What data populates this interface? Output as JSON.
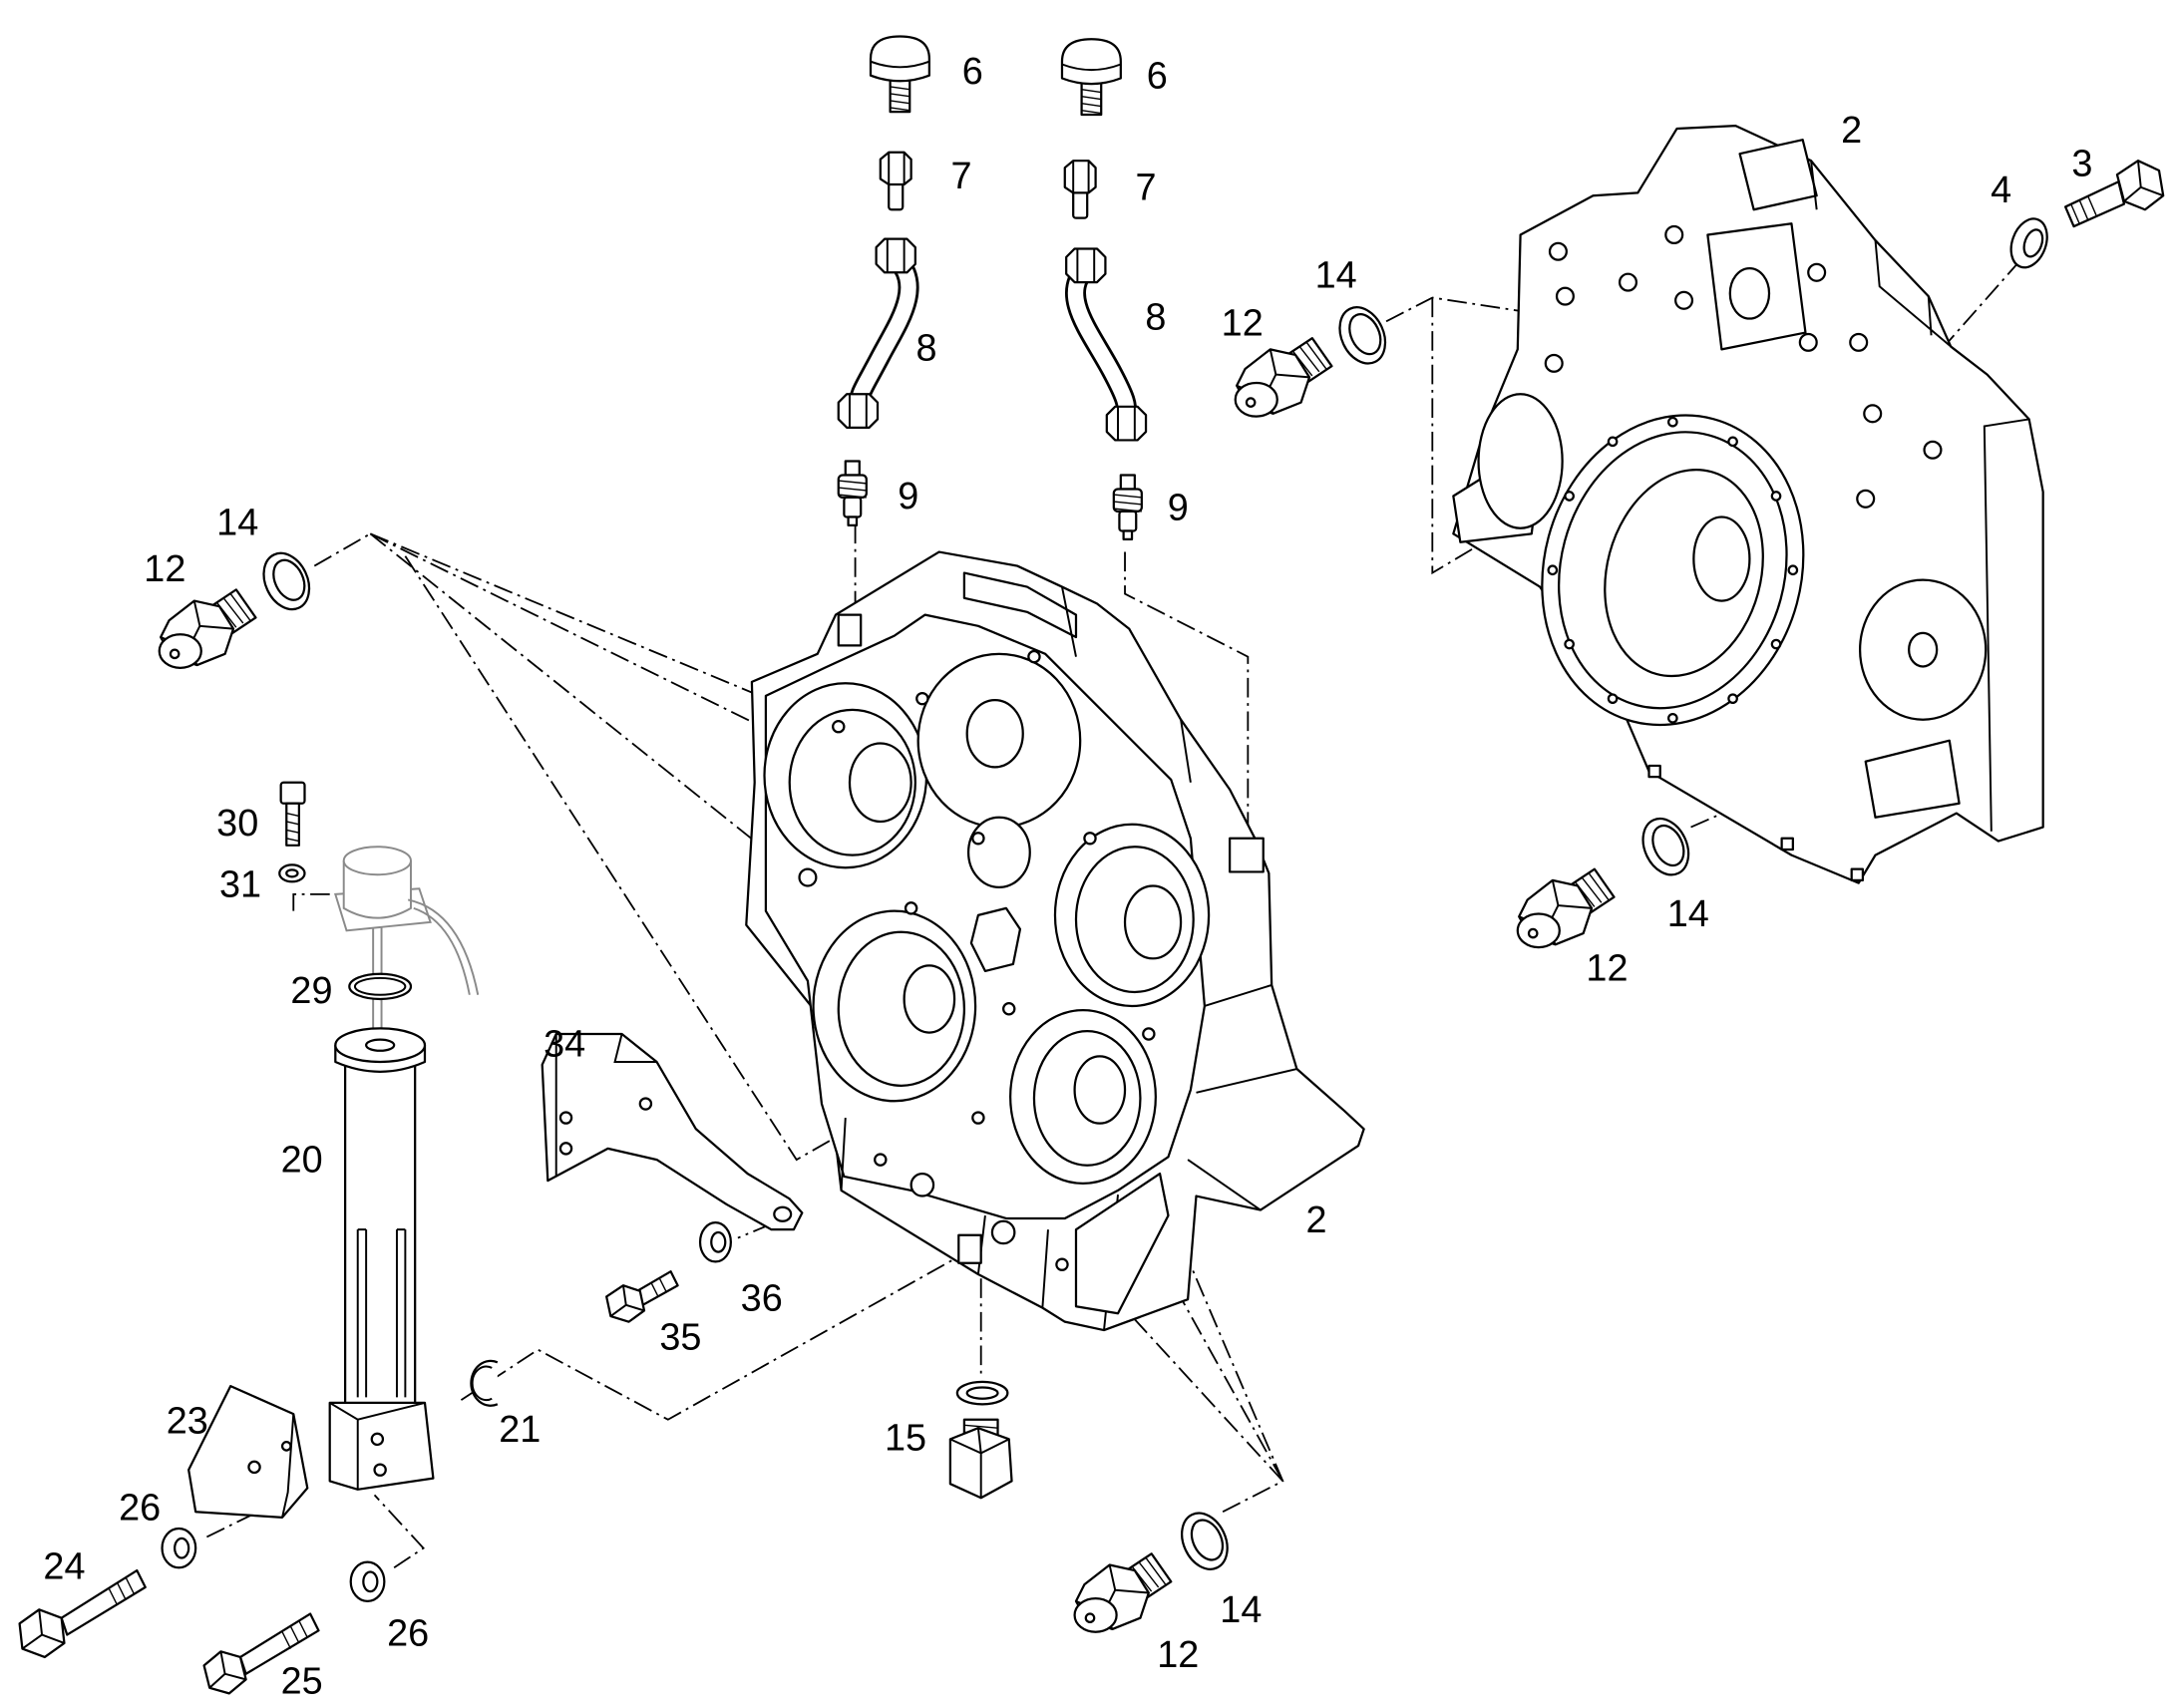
{
  "callouts": [
    "6",
    "6",
    "7",
    "7",
    "8",
    "8",
    "9",
    "9",
    "2",
    "3",
    "4",
    "14",
    "12",
    "14",
    "12",
    "30",
    "31",
    "29",
    "20",
    "34",
    "2",
    "36",
    "35",
    "23",
    "21",
    "15",
    "26",
    "24",
    "25",
    "26",
    "14",
    "12",
    "14",
    "12"
  ]
}
